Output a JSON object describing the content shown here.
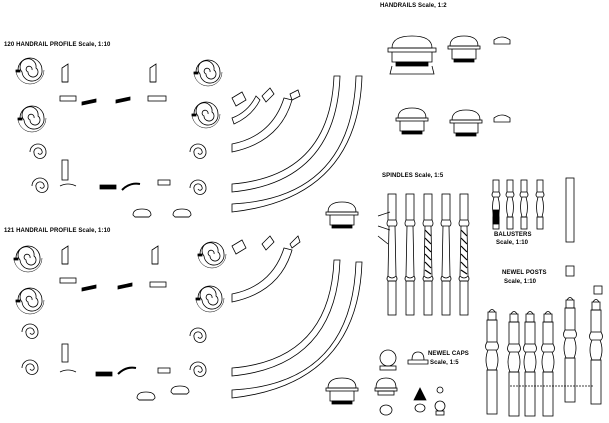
{
  "sections": {
    "profile_1": {
      "title": "120 HANDRAIL PROFILE  Scale, 1:10"
    },
    "profile_2": {
      "title": "121 HANDRAIL PROFILE  Scale, 1:10"
    },
    "handrails": {
      "title": "HANDRAILS  Scale, 1:2"
    },
    "spindles": {
      "title": "SPINDLES  Scale, 1:5"
    },
    "balusters": {
      "title": "BALUSTERS",
      "scale": "Scale, 1:10"
    },
    "newel_posts": {
      "title": "NEWEL POSTS",
      "scale": "Scale, 1:10"
    },
    "newel_caps": {
      "title": "NEWEL CAPS",
      "scale": "Scale, 1:5"
    }
  },
  "icons": [
    "volute-icon",
    "gooseneck-icon",
    "rail-profile-icon",
    "curved-rail-icon",
    "spindle-icon",
    "baluster-icon",
    "newel-post-icon",
    "newel-cap-icon"
  ],
  "colors": {
    "line": "#000000",
    "background": "#ffffff"
  }
}
